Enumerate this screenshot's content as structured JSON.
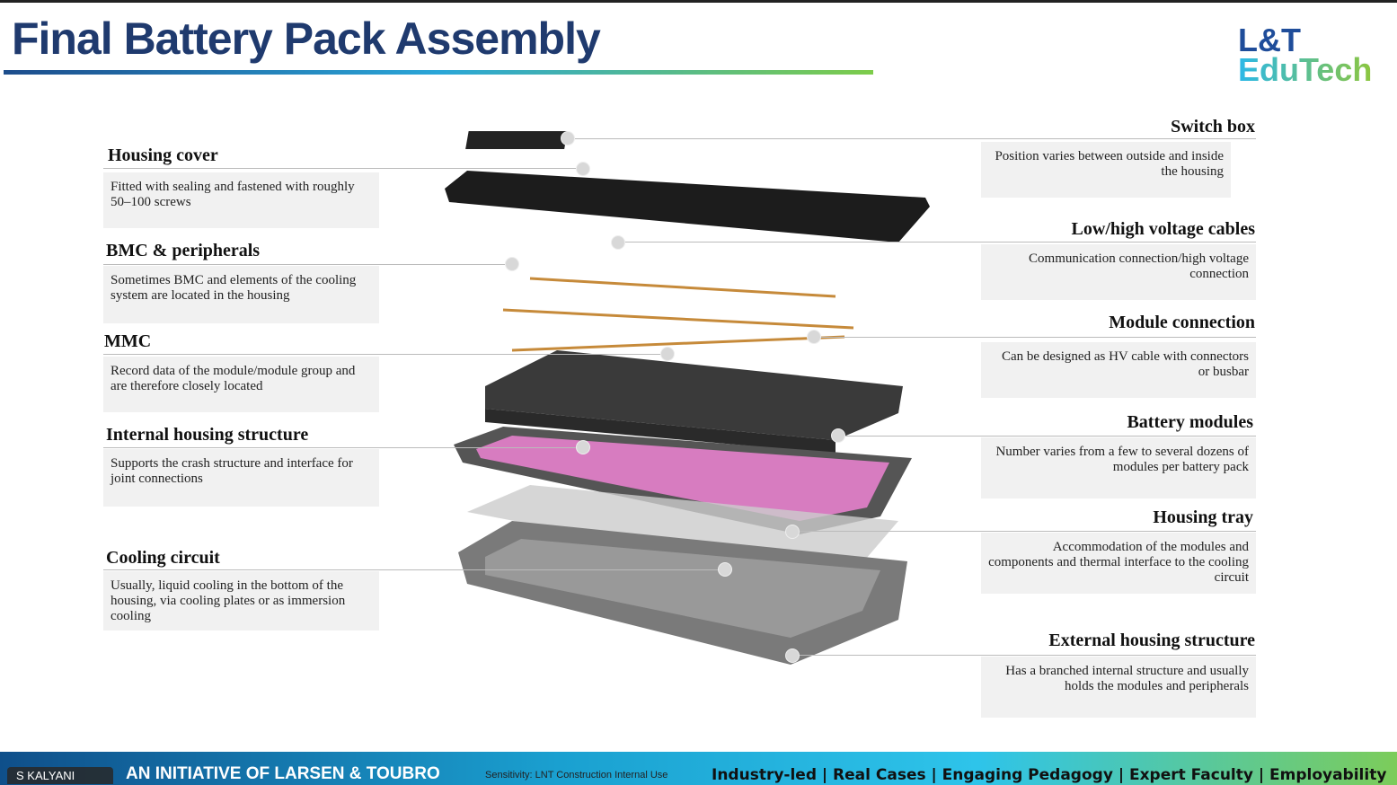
{
  "title": "Final Battery Pack Assembly",
  "logo": {
    "line1": "L&T",
    "line2": "EduTech"
  },
  "left": [
    {
      "label": "Housing cover",
      "desc": "Fitted with sealing and fastened with roughly 50–100 screws"
    },
    {
      "label": "BMC & peripherals",
      "desc": "Sometimes BMC and elements of the cooling system are located in the housing"
    },
    {
      "label": "MMC",
      "desc": "Record data of the module/module group and are therefore closely located"
    },
    {
      "label": "Internal housing structure",
      "desc": "Supports the crash structure and interface for joint connections"
    },
    {
      "label": "Cooling circuit",
      "desc": "Usually, liquid cooling in the bottom of the housing, via cooling plates or as immersion cooling"
    }
  ],
  "right": [
    {
      "label": "Switch box",
      "desc": "Position varies between outside and inside the housing"
    },
    {
      "label": "Low/high voltage cables",
      "desc": "Communication connection/high voltage connection"
    },
    {
      "label": "Module connection",
      "desc": "Can be designed as HV cable with connectors or busbar"
    },
    {
      "label": "Battery modules",
      "desc": "Number varies from a few to several dozens of modules per battery pack"
    },
    {
      "label": "Housing tray",
      "desc": "Accommodation of the modules and components and thermal interface to the cooling circuit"
    },
    {
      "label": "External housing structure",
      "desc": "Has a branched internal structure and usually holds the modules and peripherals"
    }
  ],
  "footer": {
    "initiative": "AN INITIATIVE OF LARSEN & TOUBRO",
    "tagline": "Industry-led | Real Cases | Engaging Pedagogy | Expert Faculty | Employability",
    "sensitivity": "Sensitivity: LNT Construction Internal Use",
    "user": "S KALYANI"
  }
}
